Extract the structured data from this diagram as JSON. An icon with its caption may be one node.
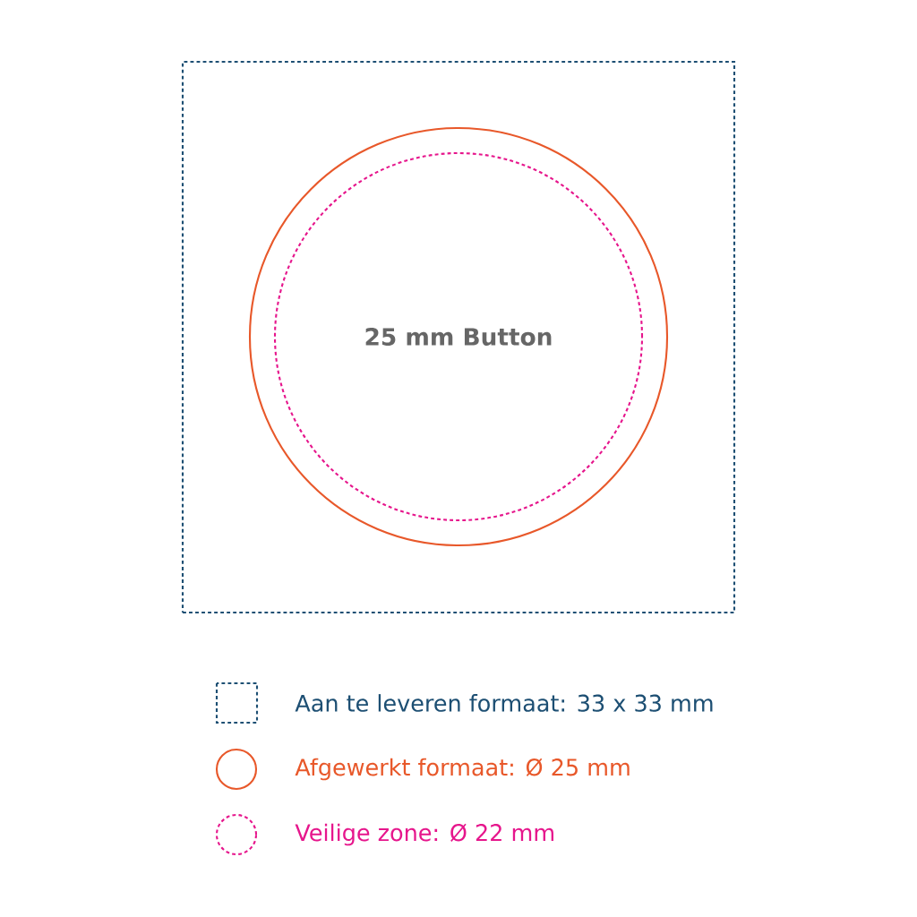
{
  "diagram": {
    "nodes": [
      {
        "text": [],
        "shape": "box"
      },
      {
        "text": [],
        "shape": "circle",
        "in": 0
      },
      {
        "text": [
          "25 mm Button"
        ],
        "in": 1
      }
    ],
    "legend": [
      {
        "text": "Aan te leveren formaat: 33 x 33 mm"
      },
      {
        "text": "Afgewerkt formaat: Ø 25 mm"
      },
      {
        "text": "Veilige zone: Ø 22 mm"
      }
    ]
  }
}
